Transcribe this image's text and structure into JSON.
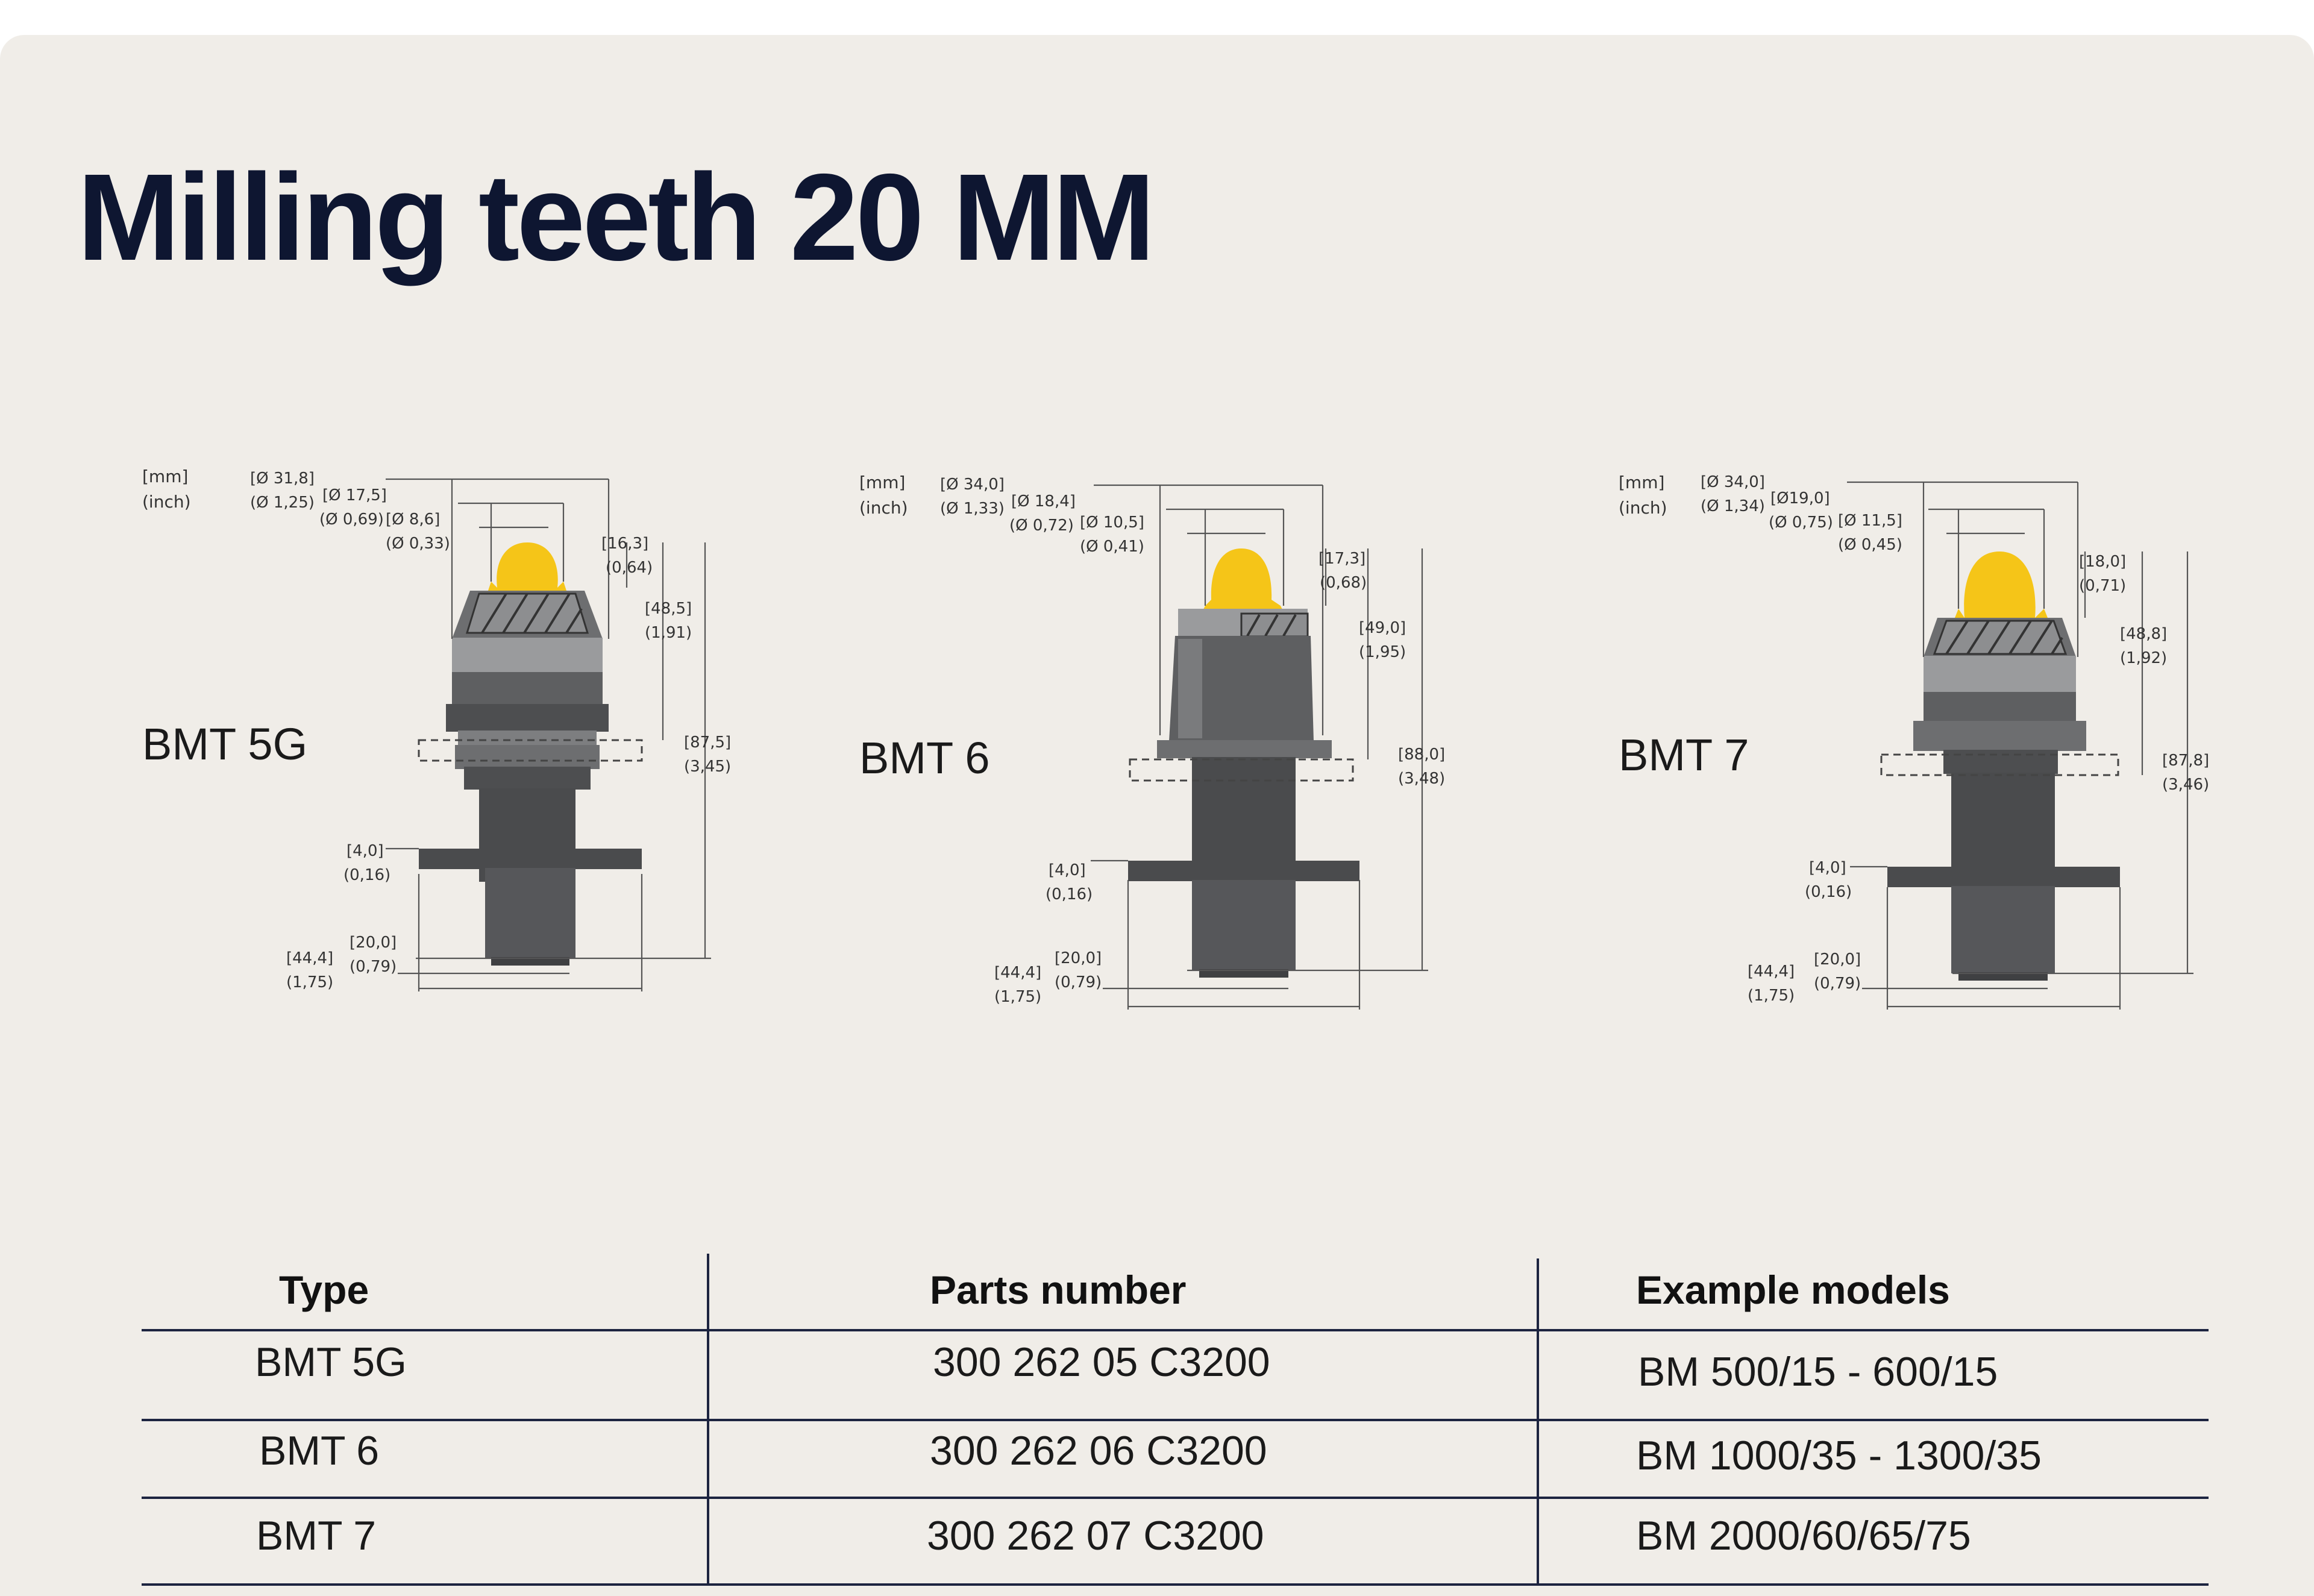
{
  "title": "Milling teeth 20 MM",
  "figures": [
    {
      "label": "BMT 5G",
      "units": [
        "[mm]",
        "(inch)"
      ],
      "dims": {
        "d1": [
          "[Ø 31,8]",
          "(Ø 1,25)"
        ],
        "d2": [
          "[Ø 17,5]",
          "(Ø 0,69)"
        ],
        "d3": [
          "[Ø 8,6]",
          "(Ø 0,33)"
        ],
        "h1": [
          "[16,3]",
          "(0,64)"
        ],
        "h2": [
          "[48,5]",
          "(1,91)"
        ],
        "h3": [
          "[87,5]",
          "(3,45)"
        ],
        "w": [
          "[4,0]",
          "(0,16)"
        ],
        "s": [
          "[20,0]",
          "(0,79)"
        ],
        "b": [
          "[44,4]",
          "(1,75)"
        ]
      }
    },
    {
      "label": "BMT 6",
      "units": [
        "[mm]",
        "(inch)"
      ],
      "dims": {
        "d1": [
          "[Ø 34,0]",
          "(Ø 1,33)"
        ],
        "d2": [
          "[Ø 18,4]",
          "(Ø 0,72)"
        ],
        "d3": [
          "[Ø 10,5]",
          "(Ø 0,41)"
        ],
        "h1": [
          "[17,3]",
          "(0,68)"
        ],
        "h2": [
          "[49,0]",
          "(1,95)"
        ],
        "h3": [
          "[88,0]",
          "(3,48)"
        ],
        "w": [
          "[4,0]",
          "(0,16)"
        ],
        "s": [
          "[20,0]",
          "(0,79)"
        ],
        "b": [
          "[44,4]",
          "(1,75)"
        ]
      }
    },
    {
      "label": "BMT 7",
      "units": [
        "[mm]",
        "(inch)"
      ],
      "dims": {
        "d1": [
          "[Ø 34,0]",
          "(Ø 1,34)"
        ],
        "d2": [
          "[Ø19,0]",
          "(Ø 0,75)"
        ],
        "d3": [
          "[Ø 11,5]",
          "(Ø 0,45)"
        ],
        "h1": [
          "[18,0]",
          "(0,71)"
        ],
        "h2": [
          "[48,8]",
          "(1,92)"
        ],
        "h3": [
          "[87,8]",
          "(3,46)"
        ],
        "w": [
          "[4,0]",
          "(0,16)"
        ],
        "s": [
          "[20,0]",
          "(0,79)"
        ],
        "b": [
          "[44,4]",
          "(1,75)"
        ]
      }
    }
  ],
  "table": {
    "headers": [
      "Type",
      "Parts number",
      "Example models"
    ],
    "rows": [
      [
        "BMT 5G",
        "300 262 05 C3200",
        "BM 500/15 - 600/15"
      ],
      [
        "BMT 6",
        "300 262 06 C3200",
        "BM 1000/35 - 1300/35"
      ],
      [
        "BMT 7",
        "300 262 07 C3200",
        "BM 2000/60/65/75"
      ]
    ]
  },
  "colors": {
    "background": "#f0ede8",
    "title": "#0e1631",
    "carbide_tip": "#f5c518",
    "steel_dark": "#4a4b4d",
    "steel_mid": "#6d6e70",
    "steel_light": "#a9aaac"
  }
}
